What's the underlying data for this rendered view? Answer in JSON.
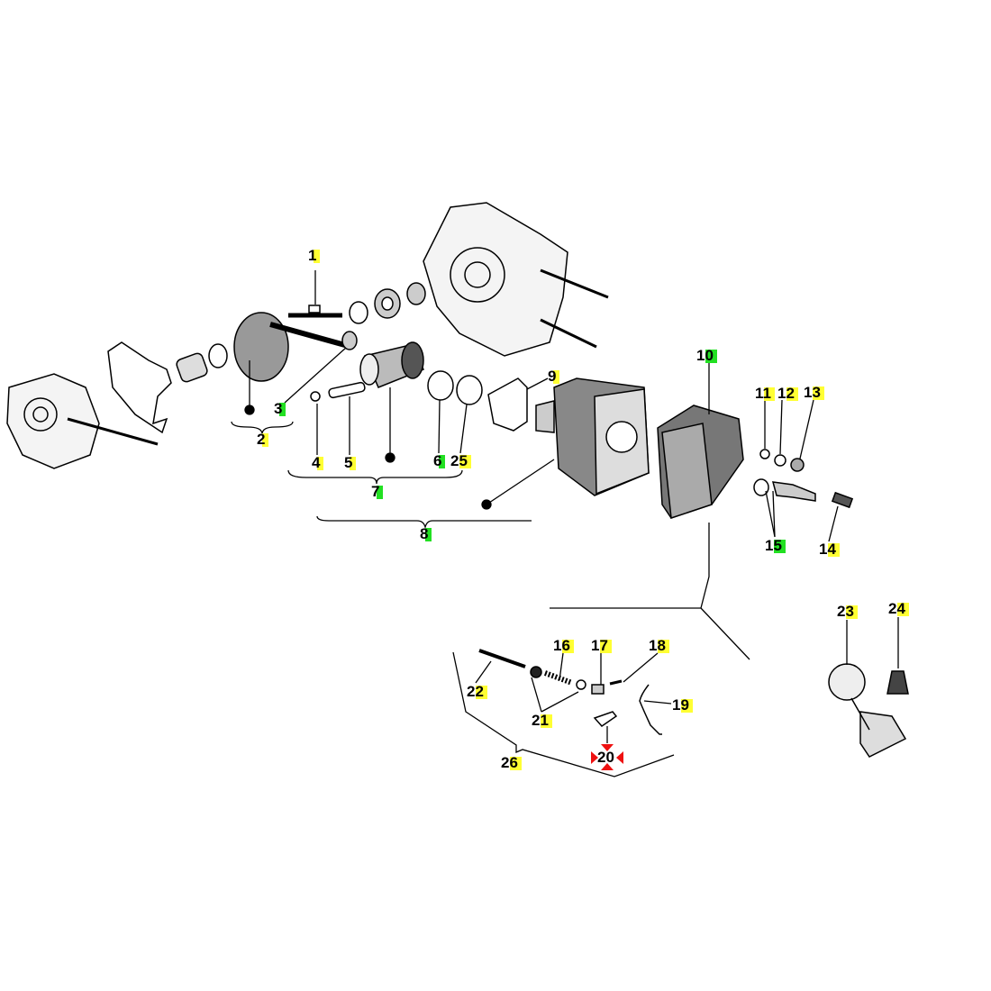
{
  "colors": {
    "yellow": "#ffff33",
    "green": "#22e022",
    "red": "#ee1111",
    "blue": "#2244ff"
  },
  "labels": [
    {
      "id": "1",
      "text": "1",
      "highlight": "yellow"
    },
    {
      "id": "2",
      "text": "2",
      "highlight": "yellow"
    },
    {
      "id": "3",
      "text": "3",
      "highlight": "green"
    },
    {
      "id": "4",
      "text": "4",
      "highlight": "yellow"
    },
    {
      "id": "5",
      "text": "5",
      "highlight": "yellow"
    },
    {
      "id": "6",
      "text": "6",
      "highlight": "green"
    },
    {
      "id": "7",
      "text": "7",
      "highlight": "green"
    },
    {
      "id": "8",
      "text": "8",
      "highlight": "green"
    },
    {
      "id": "9",
      "text": "9",
      "highlight": "yellow"
    },
    {
      "id": "10",
      "text": "10",
      "highlight": "green"
    },
    {
      "id": "11",
      "text": "11",
      "highlight": "yellow"
    },
    {
      "id": "12",
      "text": "12",
      "highlight": "yellow"
    },
    {
      "id": "13",
      "text": "13",
      "highlight": "yellow"
    },
    {
      "id": "14",
      "text": "14",
      "highlight": "yellow"
    },
    {
      "id": "15",
      "text": "15",
      "highlight": "green"
    },
    {
      "id": "16",
      "text": "16",
      "highlight": "yellow"
    },
    {
      "id": "17",
      "text": "17",
      "highlight": "yellow"
    },
    {
      "id": "18",
      "text": "18",
      "highlight": "yellow"
    },
    {
      "id": "19",
      "text": "19",
      "highlight": "yellow"
    },
    {
      "id": "20",
      "text": "20",
      "highlight": "red-arrows"
    },
    {
      "id": "21",
      "text": "21",
      "highlight": "yellow"
    },
    {
      "id": "22",
      "text": "22",
      "highlight": "yellow"
    },
    {
      "id": "23",
      "text": "23",
      "highlight": "yellow"
    },
    {
      "id": "24",
      "text": "24",
      "highlight": "yellow"
    },
    {
      "id": "25",
      "text": "25",
      "highlight": "yellow"
    },
    {
      "id": "26",
      "text": "26",
      "highlight": "yellow"
    }
  ]
}
